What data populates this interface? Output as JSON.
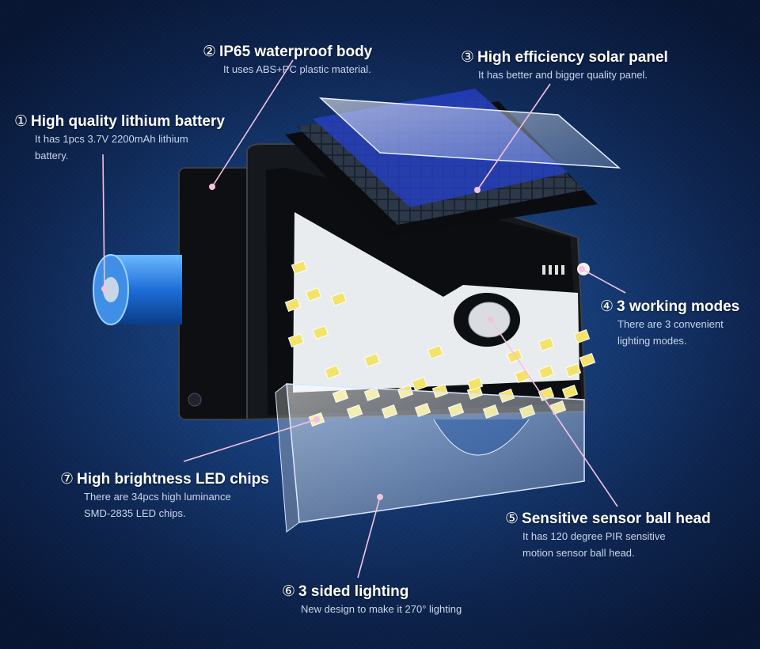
{
  "features": [
    {
      "num": "①",
      "title": "High quality lithium battery",
      "desc": "It has 1pcs 3.7V 2200mAh lithium\nbattery."
    },
    {
      "num": "②",
      "title": "IP65 waterproof body",
      "desc": "It uses ABS+PC plastic material."
    },
    {
      "num": "③",
      "title": "High efficiency solar panel",
      "desc": "It has better and bigger quality panel."
    },
    {
      "num": "④",
      "title": "3 working modes",
      "desc": "There are 3 convenient\nlighting modes."
    },
    {
      "num": "⑤",
      "title": "Sensitive sensor ball head",
      "desc": "It has 120 degree PIR sensitive\nmotion sensor ball head."
    },
    {
      "num": "⑥",
      "title": "3 sided lighting",
      "desc": "New design to make it 270° lighting"
    },
    {
      "num": "⑦",
      "title": "High brightness LED chips",
      "desc": "There are 34pcs high luminance\nSMD-2835 LED chips."
    }
  ],
  "colors": {
    "accent_line": "#f2c3e0",
    "led": "#f3e36a",
    "body": "#111418"
  }
}
